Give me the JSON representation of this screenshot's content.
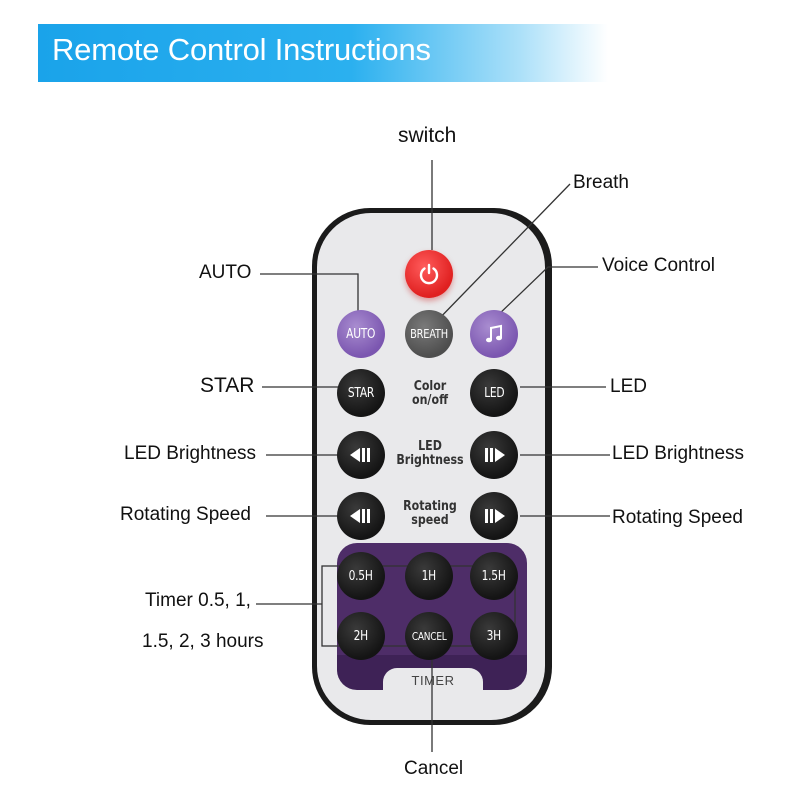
{
  "banner": {
    "title": "Remote Control Instructions"
  },
  "callouts": {
    "switch": "switch",
    "breath": "Breath",
    "voice_control": "Voice Control",
    "auto": "AUTO",
    "star": "STAR",
    "led": "LED",
    "led_brightness_left": "LED Brightness",
    "led_brightness_right": "LED Brightness",
    "rotating_speed_left": "Rotating Speed",
    "rotating_speed_right": "Rotating Speed",
    "timer_line1": "Timer 0.5, 1,",
    "timer_line2": "1.5, 2, 3 hours",
    "cancel": "Cancel"
  },
  "buttons": {
    "auto": "AUTO",
    "breath": "BREATH",
    "star": "STAR",
    "led": "LED",
    "t05": "0.5H",
    "t1": "1H",
    "t15": "1.5H",
    "t2": "2H",
    "cancel": "CANCEL",
    "t3": "3H"
  },
  "center_labels": {
    "color_line1": "Color",
    "color_line2": "on/off",
    "led_line1": "LED",
    "led_line2": "Brightness",
    "rot_line1": "Rotating",
    "rot_line2": "speed"
  },
  "timer_panel": {
    "label": "TIMER"
  },
  "colors": {
    "banner": "#1aa3ea",
    "power": "#e02020",
    "purple": "#7b56b0",
    "timer_panel": "#4e2d68"
  },
  "icons": [
    "power-icon",
    "music-note-icon",
    "rewind-icon",
    "fast-forward-icon"
  ]
}
